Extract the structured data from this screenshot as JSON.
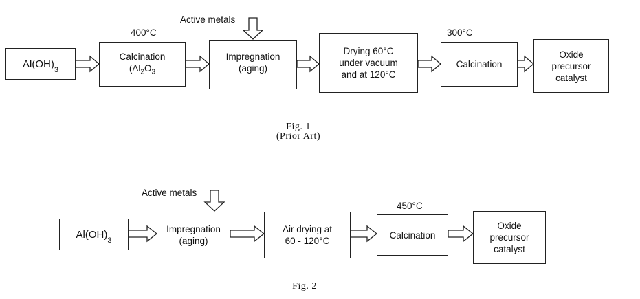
{
  "fig1": {
    "active_metals_label": "Active metals",
    "temp1": "400°C",
    "temp2": "300°C",
    "boxes": [
      {
        "lines": [
          "Al(OH)",
          "3"
        ]
      },
      {
        "lines": [
          "Calcination",
          "(Al",
          "2",
          "O",
          "3",
          ")"
        ]
      },
      {
        "lines": [
          "Impregnation",
          "(aging)"
        ]
      },
      {
        "lines": [
          "Drying 60°C",
          "under vacuum",
          "and at 120°C"
        ]
      },
      {
        "lines": [
          "Calcination"
        ]
      },
      {
        "lines": [
          "Oxide",
          "precursor",
          "catalyst"
        ]
      }
    ],
    "caption_title": "Fig. 1",
    "caption_sub": "(Prior Art)"
  },
  "fig2": {
    "active_metals_label": "Active metals",
    "temp1": "450°C",
    "boxes": [
      {
        "lines": [
          "Al(OH)",
          "3"
        ]
      },
      {
        "lines": [
          "Impregnation",
          "(aging)"
        ]
      },
      {
        "lines": [
          "Air drying at",
          "60 - 120°C"
        ]
      },
      {
        "lines": [
          "Calcination"
        ]
      },
      {
        "lines": [
          "Oxide",
          "precursor",
          "catalyst"
        ]
      }
    ],
    "caption_title": "Fig. 2"
  }
}
